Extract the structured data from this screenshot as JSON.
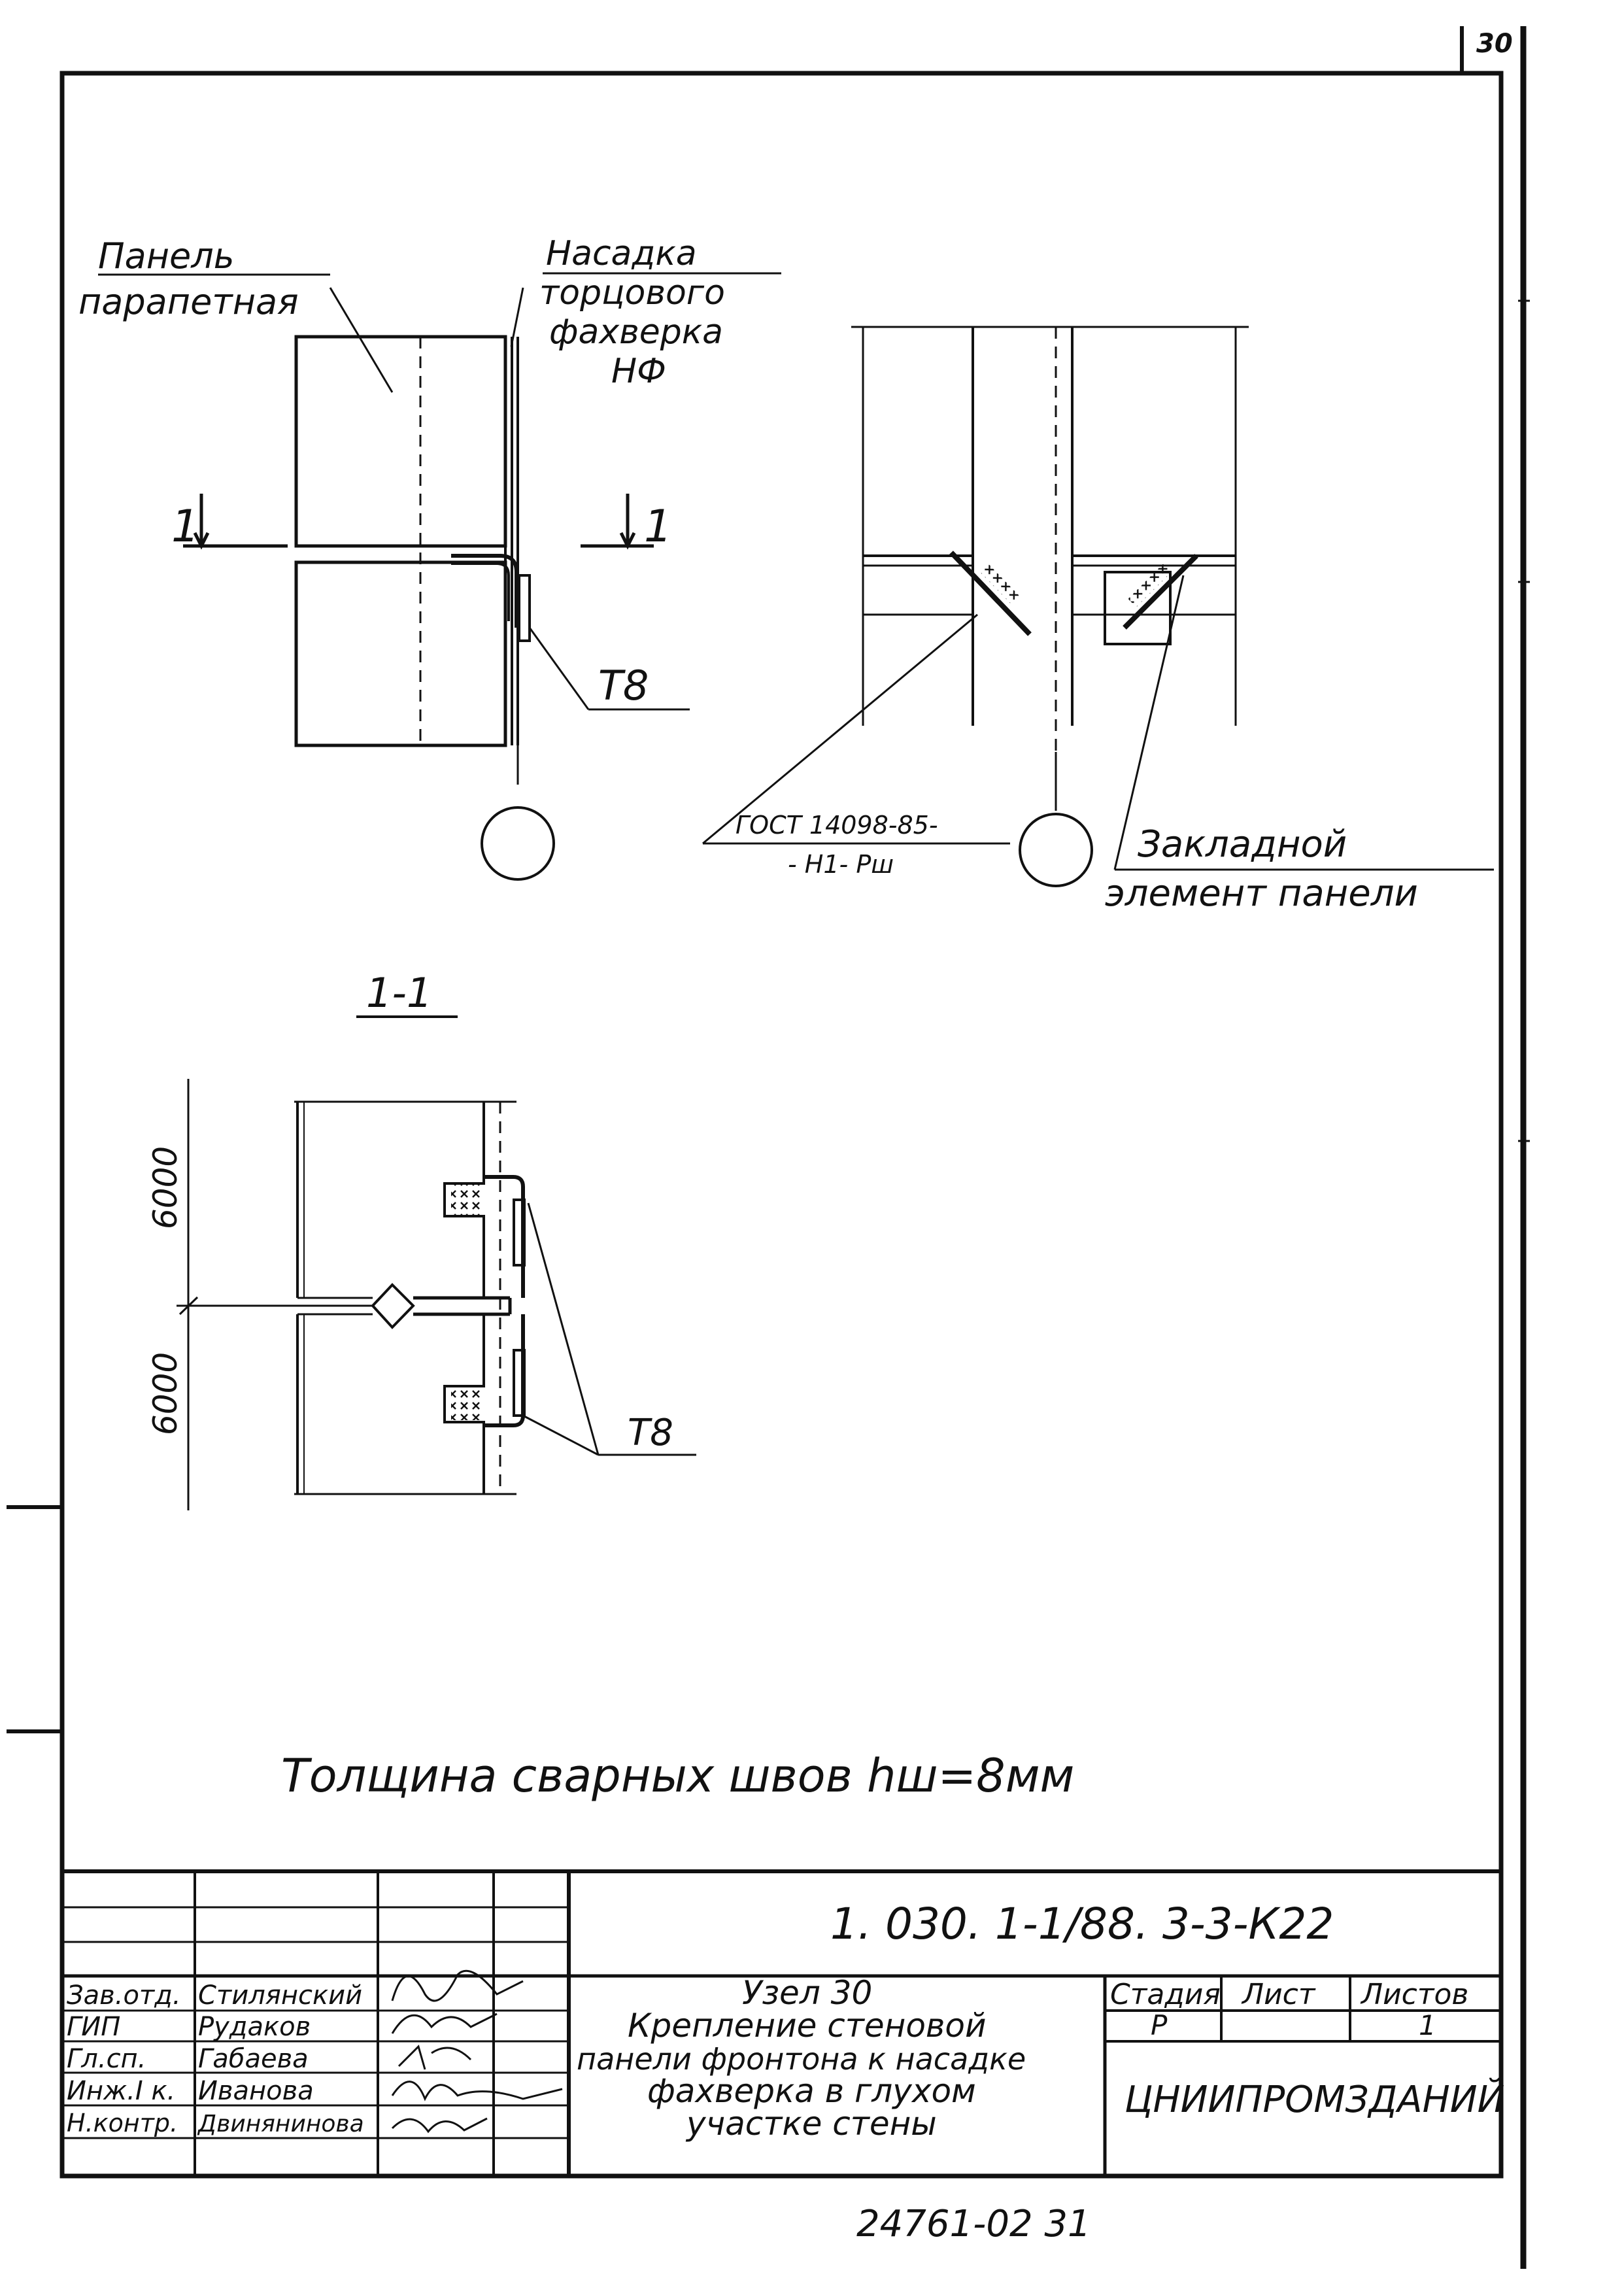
{
  "page_marks": {
    "corner_sheet_no": "30"
  },
  "elevation": {
    "panel_label_1": "Панель",
    "panel_label_2": "парапетная",
    "cap_label_1": "Насадка",
    "cap_label_2": "торцового",
    "cap_label_3": "фахверка",
    "cap_label_4": "НФ",
    "cut_left": "1",
    "cut_right": "1",
    "t8": "Т8"
  },
  "side_view": {
    "gost_1": "ГОСТ 14098-85-",
    "gost_2": "- Н1- Рш",
    "embed_1": "Закладной",
    "embed_2": "элемент панели"
  },
  "section": {
    "title": "1-1",
    "dim_top": "6000",
    "dim_bottom": "6000",
    "t8": "Т8"
  },
  "note": "Толщина сварных швов hш=8мм",
  "title_block": {
    "doc_code": "1. 030. 1-1/88. 3-3-К22",
    "title_lines": [
      "Узел 30",
      "Крепление стеновой",
      "панели фронтона к насадке",
      "фахверка в глухом",
      "участке стены"
    ],
    "stage_header": "Стадия",
    "sheet_header": "Лист",
    "sheets_header": "Листов",
    "stage_value": "Р",
    "sheets_value": "1",
    "organization": "ЦНИИПРОМЗДАНИЙ",
    "signatures": [
      {
        "role": "Зав.отд.",
        "name": "Стилянский"
      },
      {
        "role": "ГИП",
        "name": "Рудаков"
      },
      {
        "role": "Гл.сп.",
        "name": "Габаева"
      },
      {
        "role": "Инж.I к.",
        "name": "Иванова"
      },
      {
        "role": "Н.контр.",
        "name": "Двинянинова"
      }
    ]
  },
  "bottom_code": "24761-02   31"
}
